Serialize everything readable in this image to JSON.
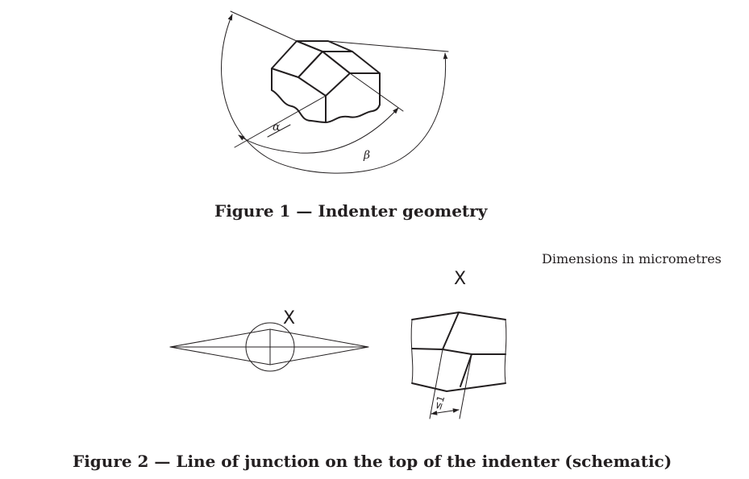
{
  "figure1": {
    "caption": "Figure 1 — Indenter geometry",
    "angle_alpha": "α",
    "angle_beta": "β"
  },
  "figure2": {
    "caption": "Figure 2 — Line of junction on the top of the indenter (schematic)",
    "dimensions_note": "Dimensions in micrometres",
    "detail_marker_left": "X",
    "detail_marker_right": "X",
    "offset_label": "≤1"
  }
}
